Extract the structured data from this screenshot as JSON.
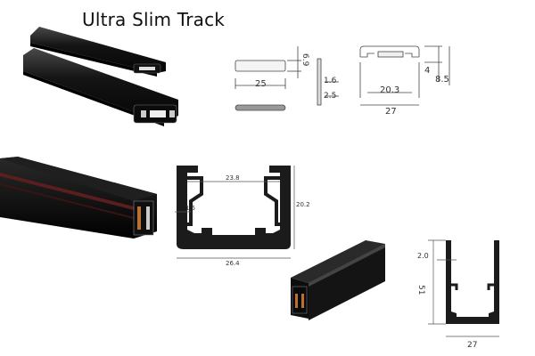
{
  "header": {
    "title": "Ultra Slim Track"
  },
  "colors": {
    "profile": "#1b1b1b",
    "dimension_line": "#555555",
    "track_dark": "#121212",
    "track_accent": "#5a1e1e",
    "copper": "#b87333"
  },
  "drawing_top": {
    "strip_width": "25",
    "strip_height": "6.9",
    "strip_thickness_a": "1.6",
    "strip_thickness_b": "2.5",
    "channel_inner_width": "20.3",
    "channel_outer_width": "27",
    "channel_depth": "4",
    "channel_height": "8.5"
  },
  "drawing_middle": {
    "inner_width": "23.8",
    "height": "20.2",
    "wall": "1.5",
    "outer_width": "26.4"
  },
  "drawing_bottom": {
    "wall": "2.0",
    "height": "51",
    "width": "27"
  }
}
